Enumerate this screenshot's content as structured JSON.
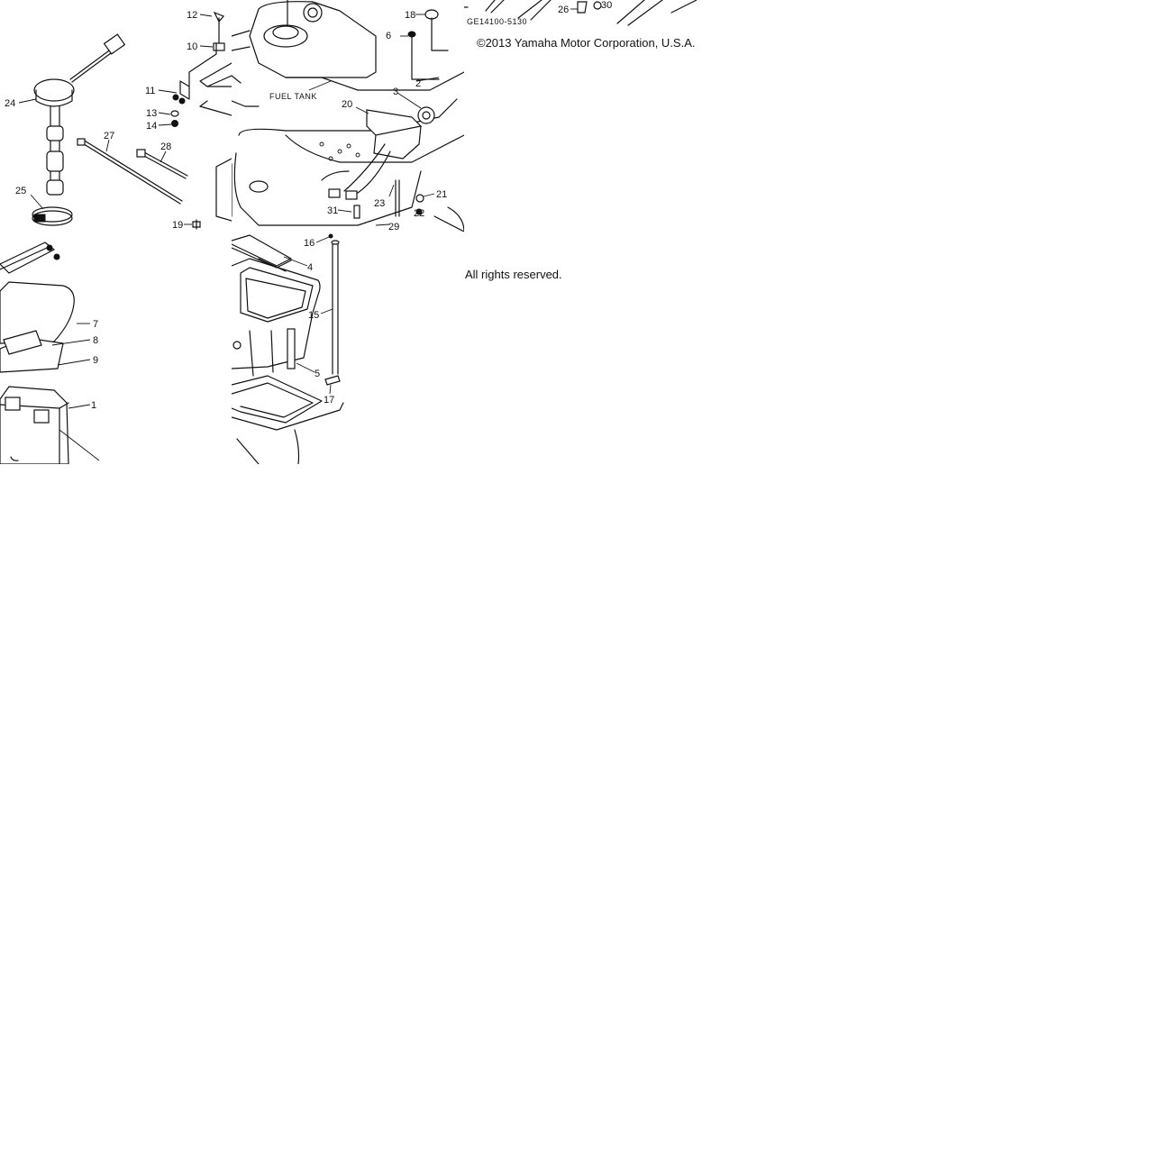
{
  "diagram": {
    "part_labels": {
      "p1": "1",
      "p2": "2",
      "p3": "3",
      "p4": "4",
      "p5": "5",
      "p6": "6",
      "p7": "7",
      "p8": "8",
      "p9": "9",
      "p10": "10",
      "p11": "11",
      "p12": "12",
      "p13": "13",
      "p14": "14",
      "p15": "15",
      "p16": "16",
      "p17": "17",
      "p18": "18",
      "p19": "19",
      "p20": "20",
      "p21": "21",
      "p22": "22",
      "p23": "23",
      "p24": "24",
      "p25": "25",
      "p26": "26",
      "p27": "27",
      "p28": "28",
      "p29": "29",
      "p30": "30",
      "p31": "31"
    },
    "fuel_tank_label": "FUEL TANK",
    "drawing_code": "GE14100-5130",
    "copyright": "©2013 Yamaha Motor Corporation, U.S.A.",
    "rights": "All rights reserved."
  }
}
